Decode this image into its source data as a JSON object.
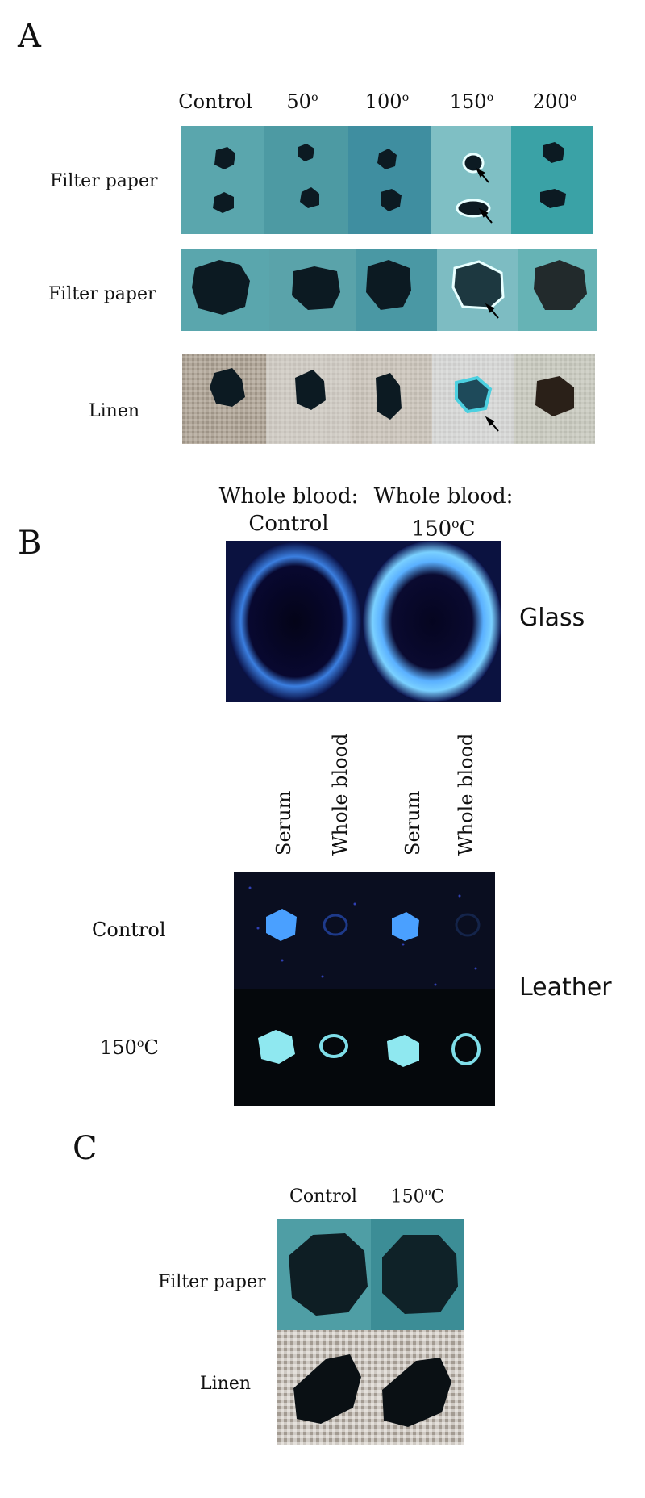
{
  "panel_a": {
    "letter": "A",
    "columns": [
      "Control",
      "50",
      "100",
      "150",
      "200"
    ],
    "degree_mark": "o",
    "rows": [
      "Filter paper",
      "Filter paper",
      "Linen"
    ]
  },
  "panel_b": {
    "letter": "B",
    "glass_headers": [
      {
        "line1": "Whole blood:",
        "line2": "Control"
      },
      {
        "line1": "Whole blood:",
        "line2": "150",
        "unit": "C"
      }
    ],
    "glass_label": "Glass",
    "leather_columns": [
      "Serum",
      "Whole blood",
      "Serum",
      "Whole blood"
    ],
    "leather_rows": [
      {
        "label": "Control"
      },
      {
        "label": "150",
        "unit": "C"
      }
    ],
    "leather_label": "Leather"
  },
  "panel_c": {
    "letter": "C",
    "columns": [
      {
        "label": "Control"
      },
      {
        "label": "150",
        "unit": "C"
      }
    ],
    "rows": [
      "Filter paper",
      "Linen"
    ]
  },
  "colors": {
    "paper_teal": "#4f9ea5",
    "linen": "#b9b1a6",
    "stain": "#0c1a22",
    "uv_dark": "#0b1240",
    "glow_blue": "#4aa0ff",
    "glow_cyan": "#8fe8f0"
  }
}
